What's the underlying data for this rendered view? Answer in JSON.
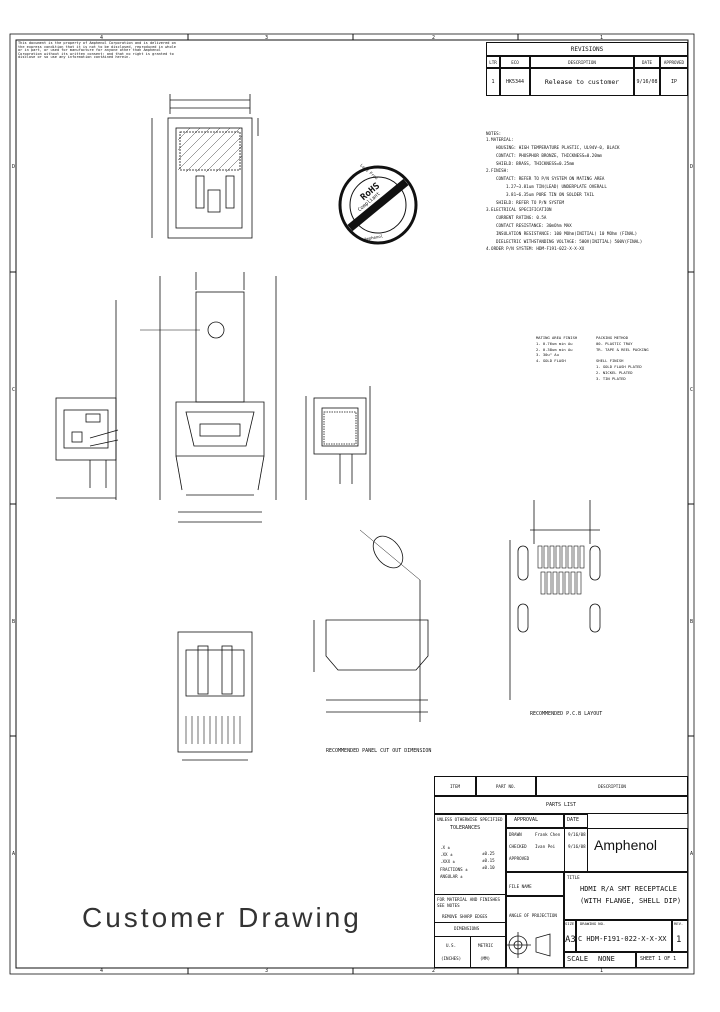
{
  "frame": {
    "top_zones": [
      "4",
      "3",
      "2",
      "1"
    ],
    "bottom_zones": [
      "4",
      "3",
      "2",
      "1"
    ],
    "side_zones": [
      "D",
      "C",
      "B",
      "A"
    ]
  },
  "disclaimer": [
    "This document is the property of Amphenol Corporation and is delivered on",
    "the express condition that it is not to be disclosed, reproduced in whole",
    "or in part, or used for manufacture for anyone other than Amphenol",
    "Corporation without its written consent; and that no right is granted to",
    "disclose or so use any information contained herein."
  ],
  "revisions": {
    "title": "REVISIONS",
    "headers": [
      "LTR",
      "ECO",
      "DESCRIPTION",
      "DATE",
      "APPROVED"
    ],
    "rows": [
      [
        "1",
        "HK5344",
        "Release to customer",
        "9/16/08",
        "IP"
      ]
    ]
  },
  "notes": {
    "heading": "NOTES:",
    "lines": [
      "1.MATERIAL:",
      "HOUSING: HIGH TEMPERATURE PLASTIC, UL94V-0, BLACK",
      "CONTACT: PHOSPHOR BRONZE, THICKNESS=0.20mm",
      "SHIELD: BRASS, THICKNESS=0.25mm",
      "2.FINISH:",
      "CONTACT: REFER TO P/N SYSTEM ON MATING AREA",
      "1.27~3.81um TIN(LEAD) UNDERPLATE OVERALL",
      "3.81~6.35um PURE TIN ON SOLDER TAIL",
      "SHIELD: REFER TO P/N SYSTEM",
      "3.ELECTRICAL SPECIFICATION",
      "CURRENT RATING: 0.5A",
      "CONTACT RESISTANCE: 30mOhm MAX",
      "INSULATION RESISTANCE: 100 MOhm(INITIAL) 10 MOhm (FINAL)",
      "DIELECTRIC WITHSTANDING VOLTAGE: 500V(INITIAL) 500V(FINAL)",
      "4.ORDER P/N SYSTEM: HDM-F191-022-X-X-XX"
    ],
    "pn_left": [
      "MATING AREA FINISH",
      "1- 0.76um min Au",
      "2- 0.38um min Au",
      "3- 30u\" Au",
      "4- GOLD FLASH"
    ],
    "pn_right": [
      "PACKING METHOD",
      "00- PLASTIC TRAY",
      "TR- TAPE & REEL PACKING",
      "",
      "SHELL FINISH",
      "1- GOLD FLASH PLATED",
      "2- NICKEL PLATED",
      "3- TIN PLATED"
    ]
  },
  "rohs": {
    "top": "Lead Free",
    "mid": "RoHS",
    "sub": "Compliant",
    "bottom": "Amphenol"
  },
  "labels": {
    "pcb_layout": "RECOMMENDED P.C.B LAYOUT",
    "panel_cutout": "RECOMMENDED PANEL CUT OUT DIMENSION",
    "customer": "Customer Drawing"
  },
  "parts_list": {
    "headers": [
      "ITEM",
      "PART NO.",
      "DESCRIPTION"
    ],
    "title": "PARTS LIST"
  },
  "tolerance": {
    "unless": "UNLESS OTHERWISE SPECIFIED",
    "title": "TOLERANCES",
    "lines": [
      ".X ±",
      ".XX ±",
      ".XXX ±",
      "FRACTIONS ±",
      "ANGULAR ±"
    ],
    "values": [
      "±0.25",
      "±0.15",
      "±0.10",
      "",
      ""
    ],
    "material": "FOR MATERIAL AND FINISHES",
    "see_notes": "SEE NOTES",
    "remove_burrs": "REMOVE SHARP EDGES",
    "dimensions": "DIMENSIONS",
    "unit_label": "U.S.",
    "metric_label": "METRIC",
    "inches": "(INCHES)",
    "mm": "(MM)"
  },
  "approval": {
    "title": "APPROVAL",
    "date_label": "DATE",
    "rows": [
      [
        "DRAWN",
        "Frank Chen",
        "9/16/08"
      ],
      [
        "CHECKED",
        "Ivan Pei",
        "9/16/08"
      ],
      [
        "APPROVED",
        "",
        " "
      ]
    ]
  },
  "company": "Amphenol",
  "drawing_title": [
    "HDMI R/A SMT RECEPTACLE",
    "(WITH FLANGE, SHELL DIP)"
  ],
  "title_label": "TITLE",
  "size_label": "SIZE",
  "size": "A3",
  "dwg_no_label": "DRAWING NO.",
  "dwg_no": "C HDM-F191-022-X-X-XX",
  "rev_label": "REV.",
  "rev": "1",
  "scale_label": "SCALE",
  "scale": "NONE",
  "sheet": "SHEET 1 OF 1",
  "angle_label": "ANGLE OF PROJECTION",
  "cad_file": "FILE NAME",
  "colors": {
    "line": "#111111",
    "bg": "#ffffff"
  }
}
